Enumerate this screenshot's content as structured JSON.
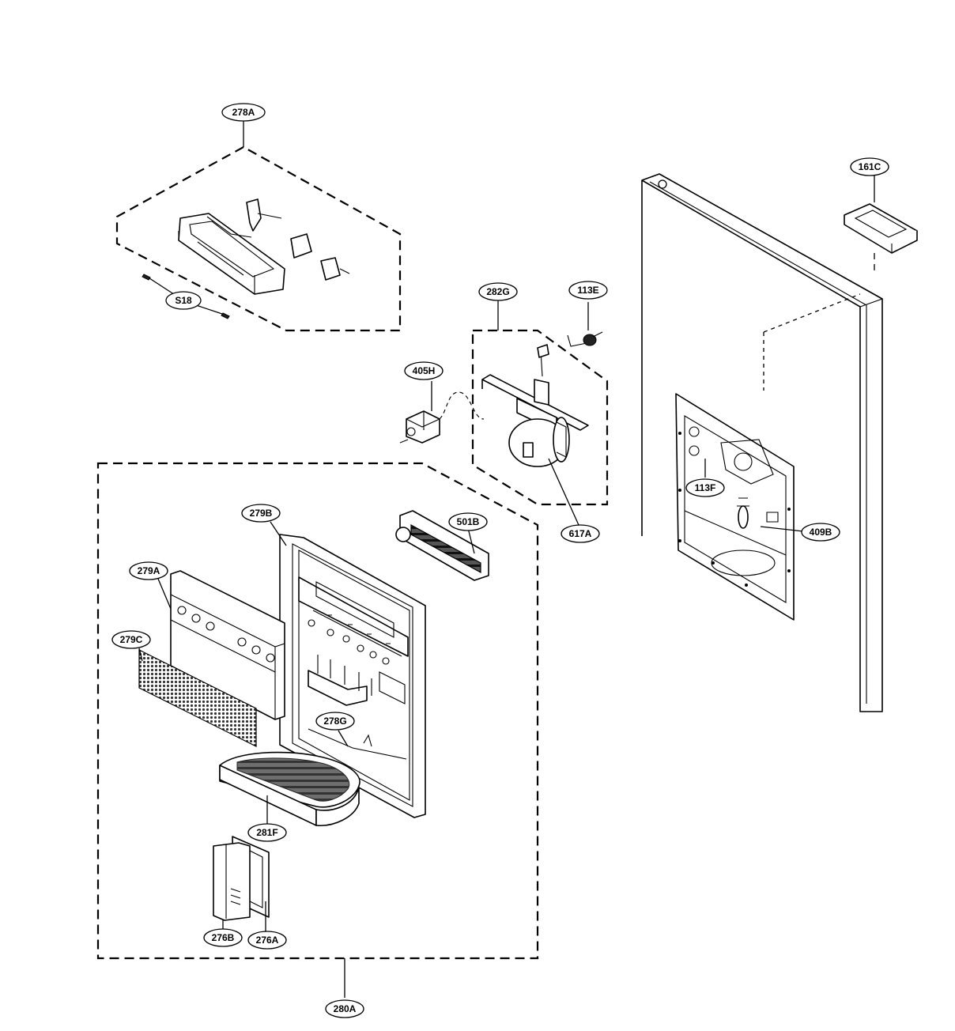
{
  "diagram": {
    "callouts": {
      "c278A": "278A",
      "cS18": "S18",
      "c161C": "161C",
      "c282G": "282G",
      "c113E": "113E",
      "c405H": "405H",
      "c617A": "617A",
      "c113F": "113F",
      "c409B": "409B",
      "c279B": "279B",
      "c501B": "501B",
      "c279A": "279A",
      "c279C": "279C",
      "c278G": "278G",
      "c281F": "281F",
      "c276B": "276B",
      "c276A": "276A",
      "c280A": "280A"
    },
    "colors": {
      "line": "#000000",
      "background": "#ffffff",
      "mesh": "#333333"
    }
  }
}
